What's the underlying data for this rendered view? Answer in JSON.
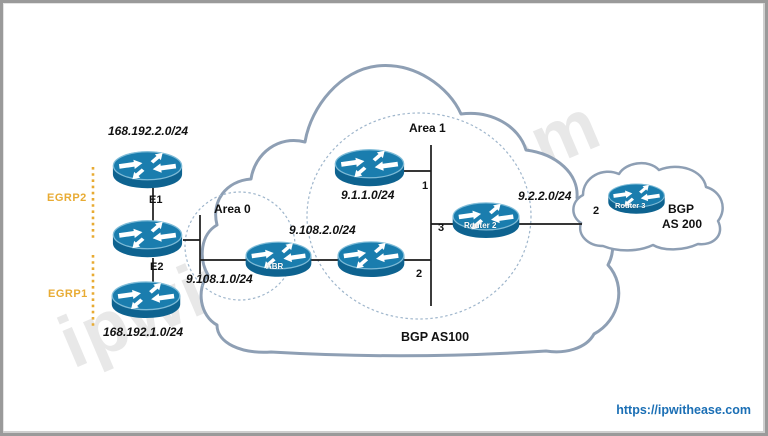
{
  "watermark": {
    "text": "ipwithease.com"
  },
  "footer": {
    "site_link": "https://ipwithease.com"
  },
  "colors": {
    "router_body": "#0e6390",
    "router_top": "#1a7dae",
    "egrp_orange": "#e8ab33",
    "cloud_stroke": "#8e9fb4",
    "area_dash": "#9fb6cc",
    "link_line": "#1a1a1a",
    "footer_blue": "#1b6fb5"
  },
  "left_stack": {
    "top_network": "168.192.2.0/24",
    "bottom_network": "168.192.1.0/24",
    "link_e1": "E1",
    "link_e2": "E2",
    "egrp2": "EGRP2",
    "egrp1": "EGRP1"
  },
  "area0": {
    "title": "Area 0",
    "router_abr": "ABR",
    "net_left": "9.108.1.0/24",
    "net_right": "9.108.2.0/24"
  },
  "area1": {
    "title": "Area 1",
    "net_top": "9.1.1.0/24",
    "port_1": "1",
    "port_3": "3",
    "port_2": "2",
    "router2": "Router 2"
  },
  "bgp_as100": {
    "label": "BGP AS100"
  },
  "bgp_as200": {
    "net": "9.2.2.0/24",
    "port_2": "2",
    "router3": "Router 3",
    "line1": "BGP",
    "line2": "AS 200"
  }
}
